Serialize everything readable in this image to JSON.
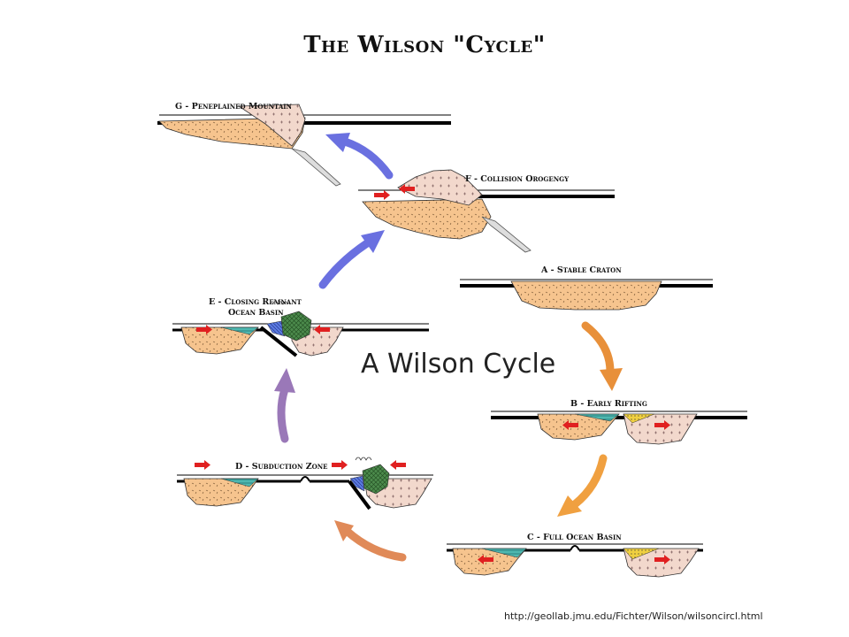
{
  "title": "The Wilson \"Cycle\"",
  "center_caption": "A Wilson Cycle",
  "source_url": "http://geollab.jmu.edu/Fichter/Wilson/wilsoncircl.html",
  "stages": {
    "a": "A - Stable Craton",
    "b": "B - Early Rifting",
    "c": "C - Full Ocean Basin",
    "d": "D - Subduction Zone",
    "e_line1": "E - Closing Remnant",
    "e_line2": "Ocean Basin",
    "f": "F - Collision Orogengy",
    "g": "G - Peneplained Mountain"
  },
  "colors": {
    "continental_crust": "#f6c48e",
    "pink_crust": "#f2d8cc",
    "sediment": "#3aa6a0",
    "volcanic": "#4c8a4c",
    "wedge": "#4a68c8",
    "yellow_sediment": "#f0d040",
    "red_arrow": "#e02020",
    "arrow_orange": "#e8903a",
    "arrow_blue": "#6a70e0",
    "arrow_purple": "#9a78b8"
  }
}
